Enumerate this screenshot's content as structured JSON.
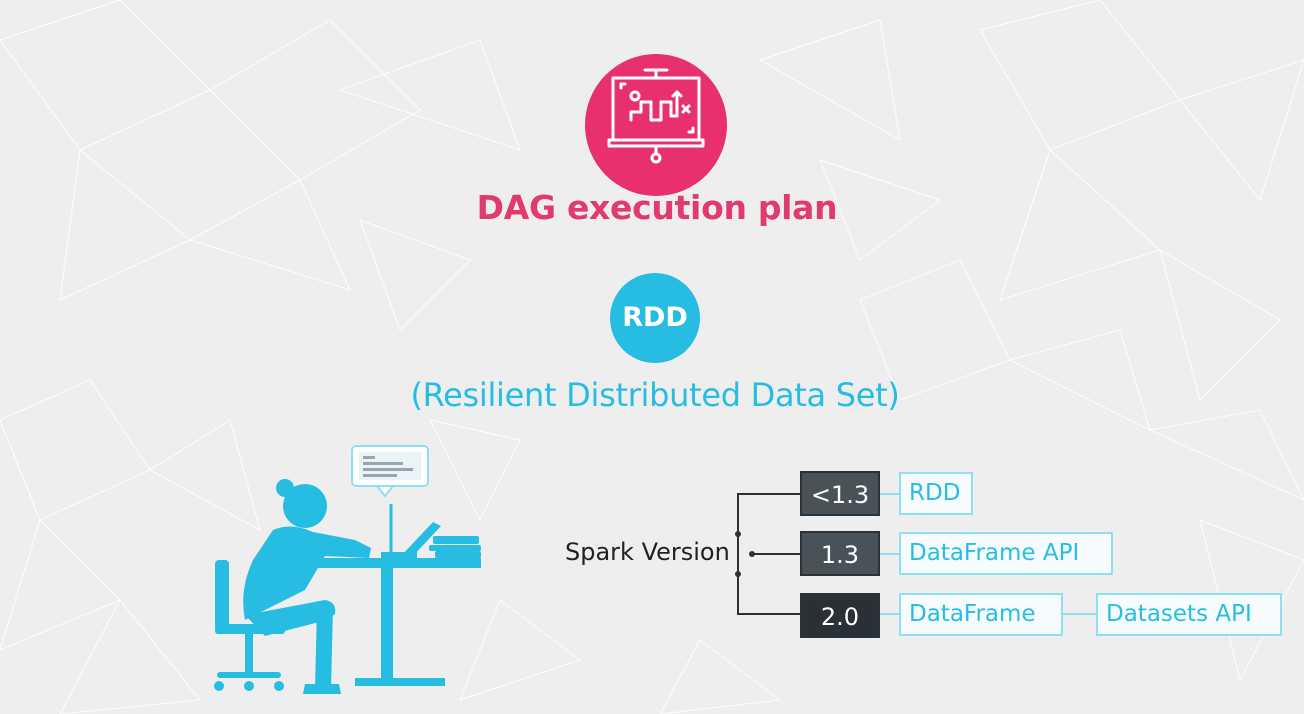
{
  "dag": {
    "title": "DAG execution plan",
    "icon": "presentation-board-icon",
    "color": "#e8316c"
  },
  "rdd": {
    "badge": "RDD",
    "subtitle": "(Resilient Distributed Data Set)",
    "color": "#27bde3"
  },
  "illustration": {
    "icon": "person-at-desk-with-laptop-icon",
    "color": "#27bde3"
  },
  "spark": {
    "label": "Spark Version",
    "versions": [
      {
        "version": "<1.3",
        "apis": [
          "RDD"
        ]
      },
      {
        "version": "1.3",
        "apis": [
          "DataFrame API"
        ]
      },
      {
        "version": "2.0",
        "apis": [
          "DataFrame",
          "Datasets API"
        ]
      }
    ]
  }
}
